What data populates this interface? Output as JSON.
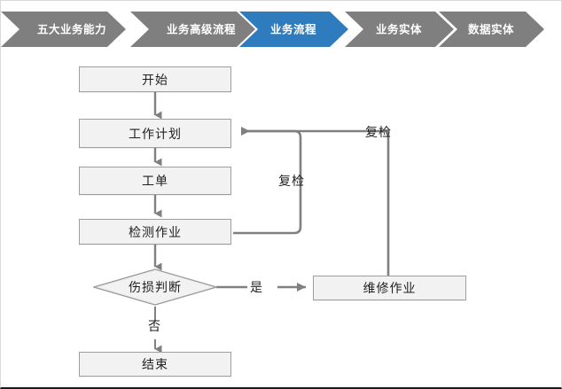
{
  "breadcrumb": {
    "active_color": "#2E7CBE",
    "inactive_color": "#7F7F7F",
    "text_color": "#FFFFFF",
    "steps": [
      {
        "label": "五大业务能力",
        "active": false
      },
      {
        "label": "业务高级流程",
        "active": false
      },
      {
        "label": "业务流程",
        "active": true
      },
      {
        "label": "业务实体",
        "active": false
      },
      {
        "label": "数据实体",
        "active": false
      }
    ]
  },
  "flowchart": {
    "node_fill": "#F2F2F2",
    "node_border": "#9E9E9E",
    "connector_color": "#808080",
    "nodes": [
      {
        "id": "start",
        "label": "开始",
        "shape": "rect"
      },
      {
        "id": "plan",
        "label": "工作计划",
        "shape": "rect"
      },
      {
        "id": "order",
        "label": "工单",
        "shape": "rect"
      },
      {
        "id": "inspect",
        "label": "检测作业",
        "shape": "rect"
      },
      {
        "id": "decide",
        "label": "伤损判断",
        "shape": "diamond"
      },
      {
        "id": "repair",
        "label": "维修作业",
        "shape": "rect"
      },
      {
        "id": "end",
        "label": "结束",
        "shape": "rect"
      }
    ],
    "edge_labels": [
      {
        "id": "recheck-top",
        "label": "复检"
      },
      {
        "id": "recheck-inner",
        "label": "复检"
      },
      {
        "id": "yes",
        "label": "是"
      },
      {
        "id": "no",
        "label": "否"
      }
    ]
  }
}
